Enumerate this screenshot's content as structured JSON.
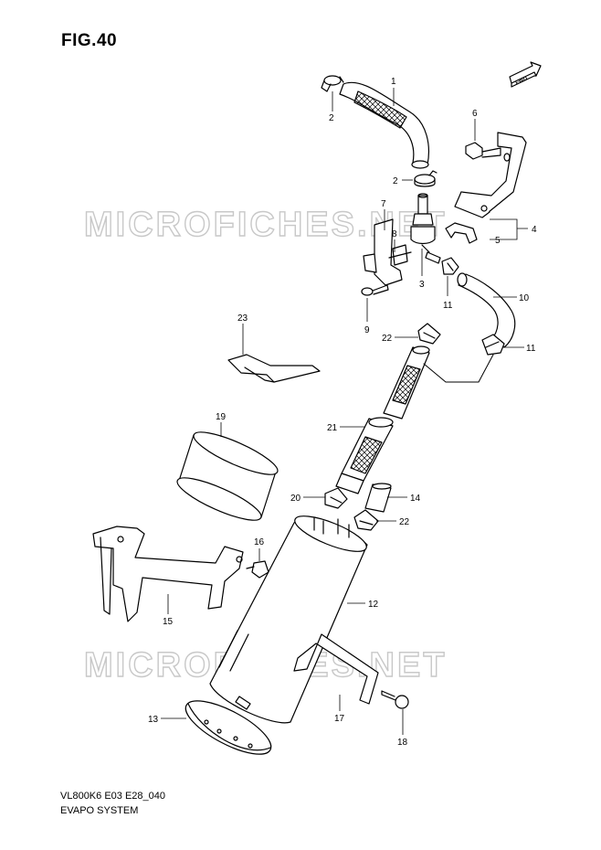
{
  "figure": {
    "title": "FIG.40",
    "code": "VL800K6 E03 E28_040",
    "system": "EVAPO SYSTEM"
  },
  "watermark": "MICROFICHES.NET",
  "direction_badge": "FWD",
  "callouts": {
    "c1": "1",
    "c2a": "2",
    "c2b": "2",
    "c3": "3",
    "c4": "4",
    "c5": "5",
    "c6": "6",
    "c7": "7",
    "c8": "8",
    "c9": "9",
    "c10": "10",
    "c11a": "11",
    "c11b": "11",
    "c12": "12",
    "c13": "13",
    "c14": "14",
    "c15": "15",
    "c16": "16",
    "c17": "17",
    "c18": "18",
    "c19": "19",
    "c20": "20",
    "c21": "21",
    "c22a": "22",
    "c22b": "22",
    "c23": "23"
  }
}
